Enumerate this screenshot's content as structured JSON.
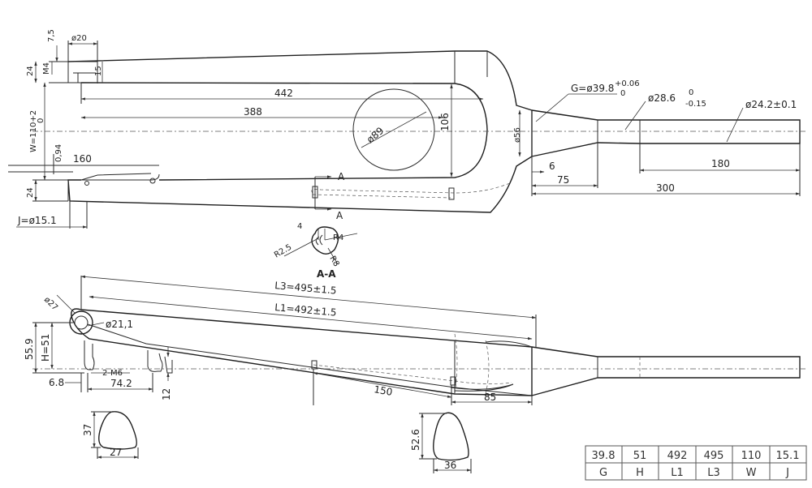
{
  "top_view": {
    "dims": {
      "d7_5": "7,5",
      "d20": "ø20",
      "d24a": "24",
      "m4": "M4",
      "d15": "15",
      "d442": "442",
      "d388": "388",
      "d106": "106",
      "d89": "ø89",
      "w": "W=110+2",
      "w_tol": "0",
      "d0_94": "0,94",
      "d160": "160",
      "d24b": "24",
      "j": "J=ø15.1",
      "g": "G=ø39.8",
      "g_tol_up": "+0.06",
      "g_tol_dn": "0",
      "d28_6": "ø28.6",
      "d28_6_tol_up": "0",
      "d28_6_tol_dn": "-0.15",
      "d24_2": "ø24.2±0.1",
      "d56": "ø56",
      "d6": "6",
      "d180": "180",
      "d75": "75",
      "d300": "300",
      "section_a1": "A",
      "section_a2": "A"
    }
  },
  "section": {
    "d4": "4",
    "r2_5": "R2.5",
    "r4": "R4",
    "r8": "R8",
    "title": "A-A"
  },
  "side_view": {
    "dims": {
      "d27": "ø27",
      "l3": "L3=495±1.5",
      "l1": "L1=492±1.5",
      "d21_1": "ø21,1",
      "d55_9": "55.9",
      "h": "H=51",
      "m6": "2-M6",
      "d6_8": "6.8",
      "d74_2": "74.2",
      "d12": "12",
      "d150": "150",
      "d85": "85"
    }
  },
  "profiles": {
    "p1": {
      "h": "37",
      "w": "27"
    },
    "p2": {
      "h": "52.6",
      "w": "36"
    }
  },
  "table": {
    "values": [
      "39.8",
      "51",
      "492",
      "495",
      "110",
      "15.1"
    ],
    "labels": [
      "G",
      "H",
      "L1",
      "L3",
      "W",
      "J"
    ]
  }
}
